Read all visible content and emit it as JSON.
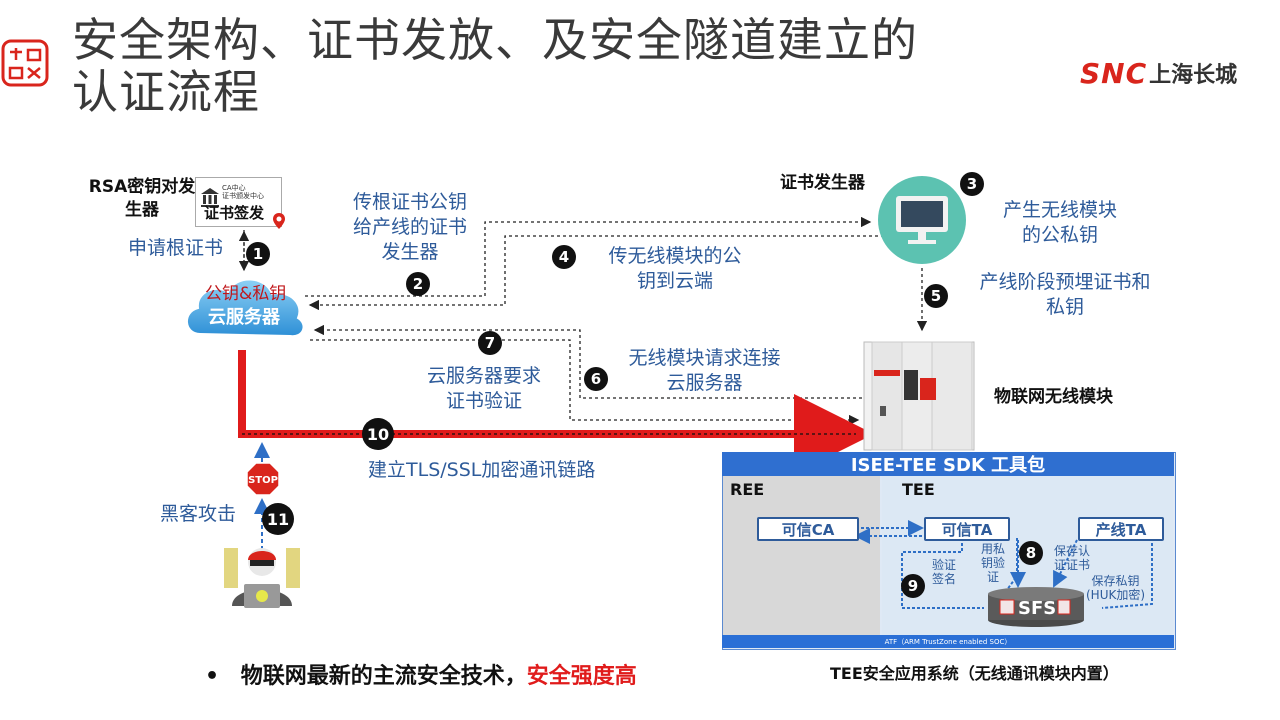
{
  "title": {
    "line1": "安全架构、证书发放、及安全隧道建立的",
    "line2": "认证流程"
  },
  "brand": {
    "snc": "SNC",
    "name": "上海长城",
    "color": "#d9251c"
  },
  "nodes": {
    "rsa_label1": "RSA密钥对发",
    "rsa_label2": "生器",
    "ca_box_line1": "CA中心",
    "ca_box_line2": "证书颁发中心",
    "ca_box_main": "证书签发",
    "cert_gen": "证书发生器",
    "cloud_top": "公钥&私钥",
    "cloud_main": "云服务器",
    "iot_module": "物联网无线模块",
    "stop_sign": "STOP"
  },
  "labels": {
    "apply_root": "申请根证书",
    "pass_root_1": "传根证书公钥",
    "pass_root_2": "给产线的证书",
    "pass_root_3": "发生器",
    "gen_keys_1": "产生无线模块",
    "gen_keys_2": "的公私钥",
    "upload_pub_1": "传无线模块的公",
    "upload_pub_2": "钥到云端",
    "preload_1": "产线阶段预埋证书和",
    "preload_2": "私钥",
    "connect_1": "无线模块请求连接",
    "connect_2": "云服务器",
    "verify_1": "云服务器要求",
    "verify_2": "证书验证",
    "tls": "建立TLS/SSL加密通讯链路",
    "hacker": "黑客攻击"
  },
  "steps": [
    "1",
    "2",
    "3",
    "4",
    "5",
    "6",
    "7",
    "10",
    "11",
    "8",
    "9"
  ],
  "sdk": {
    "header": "ISEE-TEE SDK 工具包",
    "ree": "REE",
    "tee": "TEE",
    "trusted_ca": "可信CA",
    "trusted_ta": "可信TA",
    "line_ta": "产线TA",
    "verify_sign": [
      "验证",
      "签名"
    ],
    "privkey_verify": [
      "用私",
      "钥验",
      "证"
    ],
    "save_cert": [
      "保存认",
      "证证书"
    ],
    "save_privkey": [
      "保存私钥",
      "(HUK加密)"
    ],
    "sfs": "SFS",
    "atf": "ATF（ARM TrustZone enabled SOC）",
    "caption": "TEE安全应用系统（无线通讯模块内置）"
  },
  "footer": {
    "bullet": "•",
    "text": "物联网最新的主流安全技术，",
    "highlight": "安全强度高"
  }
}
